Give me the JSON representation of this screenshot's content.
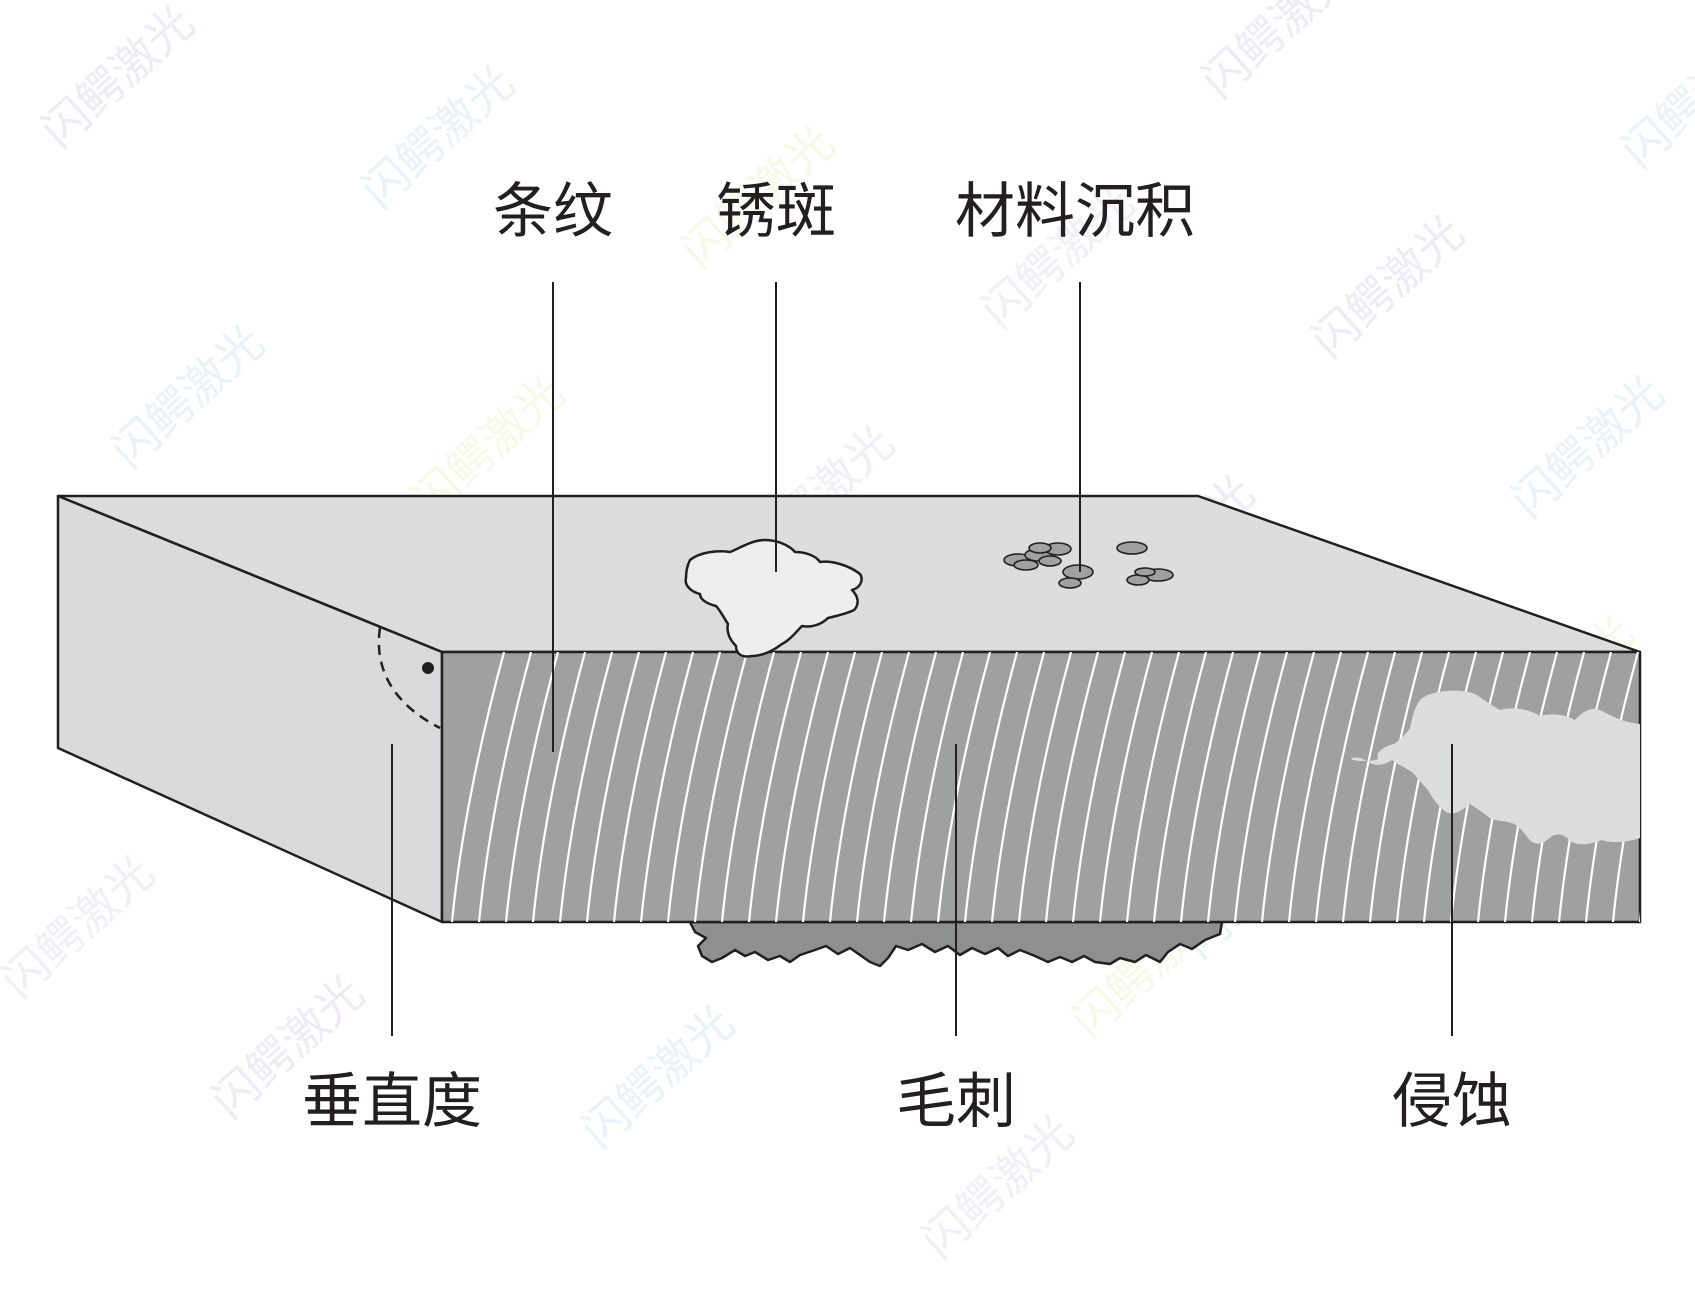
{
  "labels": {
    "stripes": "条纹",
    "rust": "锈斑",
    "deposit": "材料沉积",
    "perpendicularity": "垂直度",
    "burr": "毛刺",
    "erosion": "侵蚀"
  },
  "watermark": {
    "text": "闪鳄激光",
    "colors": [
      "#b8a3d6",
      "#a3c7e6",
      "#d8e39a",
      "#c9b3de"
    ]
  },
  "colors": {
    "top_face": "#dcdddd",
    "side_face": "#d9dadb",
    "cut_face": "#9fa0a0",
    "stripe_line": "#ffffff",
    "rust_fill": "#eeeeef",
    "deposit_fill": "#9fa0a0",
    "erosion_fill": "#dcdddd",
    "burr_fill": "#8e8f90",
    "outline": "#231f20"
  }
}
